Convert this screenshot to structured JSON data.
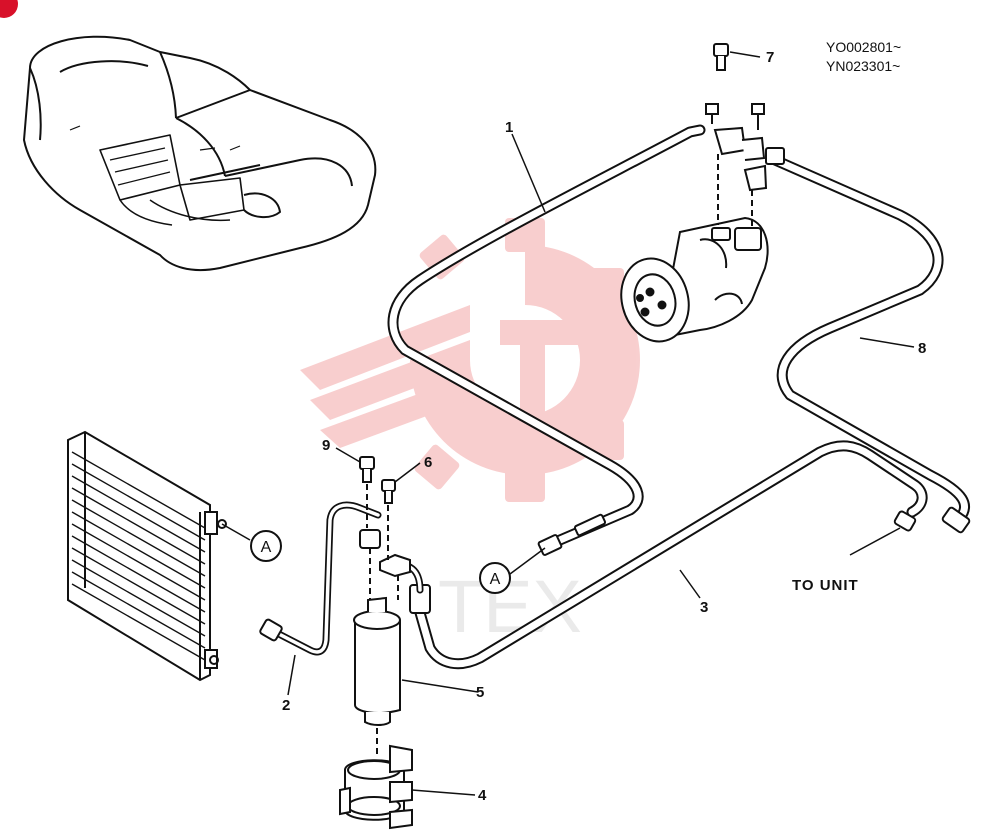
{
  "serials": [
    "YO002801~",
    "YN023301~"
  ],
  "note_to_unit": "TO UNIT",
  "part_labels": {
    "p1": "1",
    "p2": "2",
    "p3": "3",
    "p4": "4",
    "p5": "5",
    "p6": "6",
    "p7": "7",
    "p8": "8",
    "p9": "9"
  },
  "callout_letter": "A",
  "watermark_text": "TEX",
  "colors": {
    "line": "#111111",
    "watermark": "#f3a7a7",
    "badge": "#d8112a"
  }
}
